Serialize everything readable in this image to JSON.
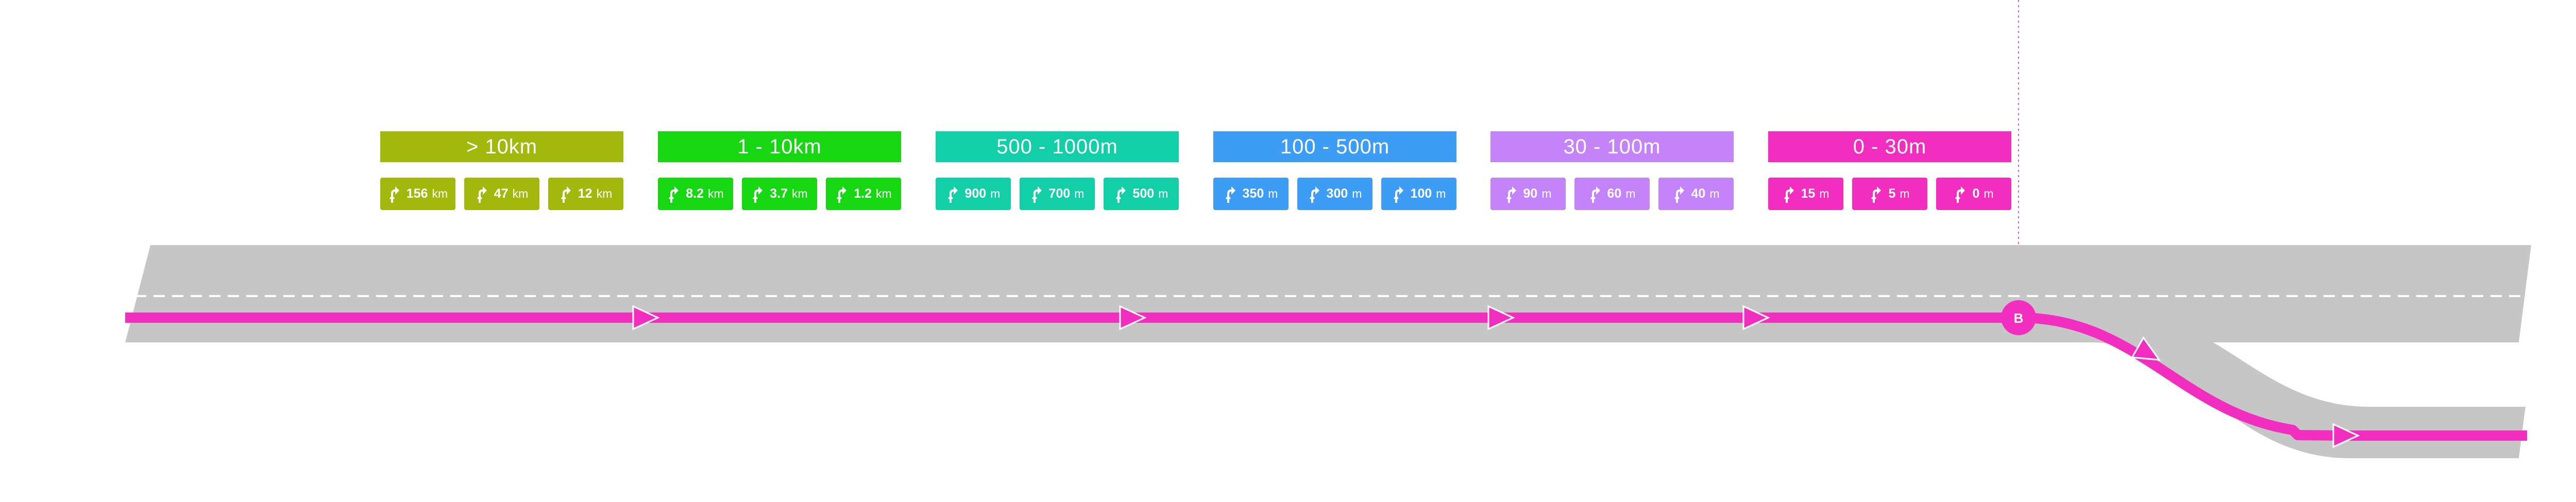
{
  "colors": {
    "road": "#c6c6c6",
    "road_dash": "#ffffff",
    "route": "#f22ec1",
    "marker_guide": "#e05bd0"
  },
  "marker": {
    "label": "B"
  },
  "icon": "turn-left-arrow-icon",
  "bands": [
    {
      "title": "> 10km",
      "color": "#a2b80d",
      "chips": [
        {
          "value": "156",
          "unit": "km"
        },
        {
          "value": "47",
          "unit": "km"
        },
        {
          "value": "12",
          "unit": "km"
        }
      ]
    },
    {
      "title": "1 - 10km",
      "color": "#17d713",
      "chips": [
        {
          "value": "8.2",
          "unit": "km"
        },
        {
          "value": "3.7",
          "unit": "km"
        },
        {
          "value": "1.2",
          "unit": "km"
        }
      ]
    },
    {
      "title": "500 - 1000m",
      "color": "#12cfa7",
      "chips": [
        {
          "value": "900",
          "unit": "m"
        },
        {
          "value": "700",
          "unit": "m"
        },
        {
          "value": "500",
          "unit": "m"
        }
      ]
    },
    {
      "title": "100 - 500m",
      "color": "#3d9df4",
      "chips": [
        {
          "value": "350",
          "unit": "m"
        },
        {
          "value": "300",
          "unit": "m"
        },
        {
          "value": "100",
          "unit": "m"
        }
      ]
    },
    {
      "title": "30 - 100m",
      "color": "#c483f8",
      "chips": [
        {
          "value": "90",
          "unit": "m"
        },
        {
          "value": "60",
          "unit": "m"
        },
        {
          "value": "40",
          "unit": "m"
        }
      ]
    },
    {
      "title": "0 - 30m",
      "color": "#f22ec1",
      "chips": [
        {
          "value": "15",
          "unit": "m"
        },
        {
          "value": "5",
          "unit": "m"
        },
        {
          "value": "0",
          "unit": "m"
        }
      ]
    }
  ]
}
